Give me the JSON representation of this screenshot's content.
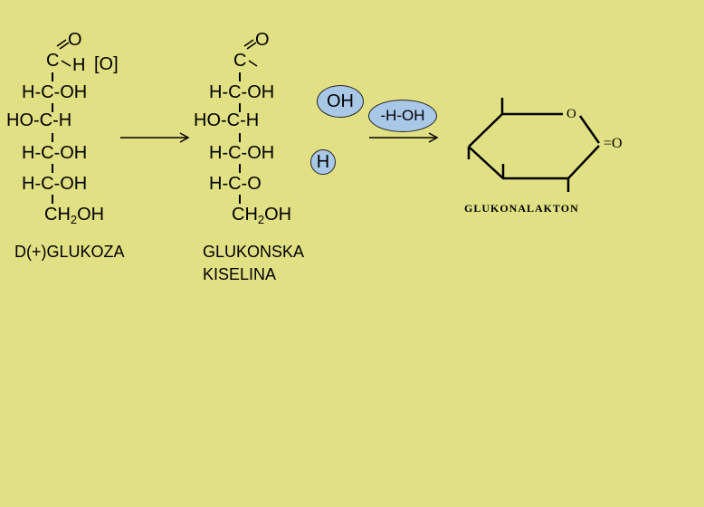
{
  "glucose": {
    "aldehyde_O": "O",
    "aldehyde_C": "C",
    "aldehyde_H": "H",
    "oxidant": "[O]",
    "rows": [
      "H-C-OH",
      "HO-C-H",
      "H-C-OH",
      "H-C-OH"
    ],
    "ch2oh_a": "CH",
    "ch2oh_sub": "2",
    "ch2oh_b": "OH",
    "name": "D(+)GLUKOZA"
  },
  "gluconic_acid": {
    "top_O": "O",
    "top_C": "C",
    "rows": [
      "H-C-OH",
      "HO-C-H",
      "H-C-OH",
      "H-C-O"
    ],
    "ch2oh_a": "CH",
    "ch2oh_sub": "2",
    "ch2oh_b": "OH",
    "name_line1": "GLUKONSKA",
    "name_line2": "KISELINA"
  },
  "bubbles": {
    "oh": "OH",
    "h": "H",
    "water": "-H-OH"
  },
  "lactone": {
    "ring_O": "O",
    "carbonyl": "=O",
    "name": "GLUKONALAKTON"
  },
  "colors": {
    "background": "#e1e084",
    "bubble": "#a9c8e8"
  }
}
